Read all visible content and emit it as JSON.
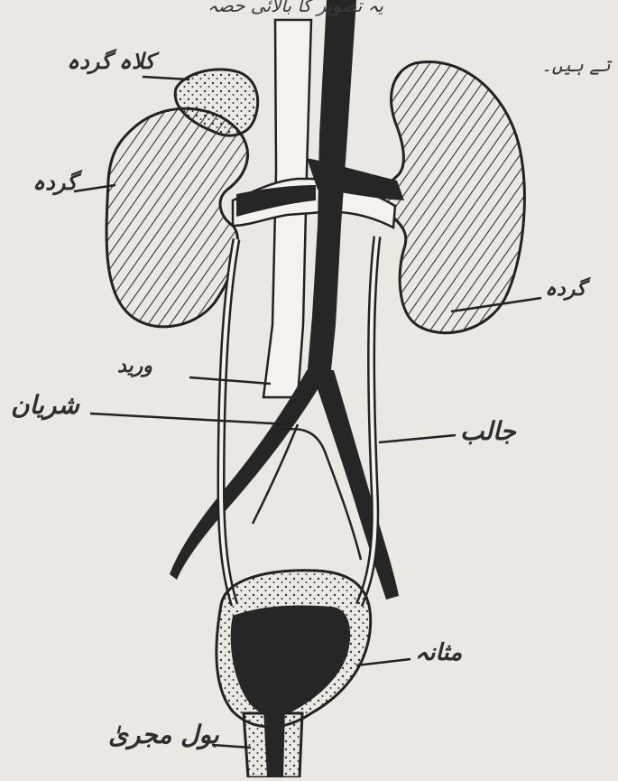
{
  "header_fragment": "یہ تصویر کا بالائی حصہ",
  "side_fragment": "تے ہیں۔",
  "labels": {
    "adrenal": "کلاہ گردہ",
    "kidney_left": "گردہ",
    "kidney_right": "گردہ",
    "vein": "ورید",
    "artery": "شریان",
    "ureter": "جالب",
    "bladder": "مثانہ",
    "urethra": "بول مجریٰ"
  },
  "colors": {
    "paper": "#ebe7e3",
    "ink": "#2e2e2e",
    "fill_dark": "#262626"
  }
}
